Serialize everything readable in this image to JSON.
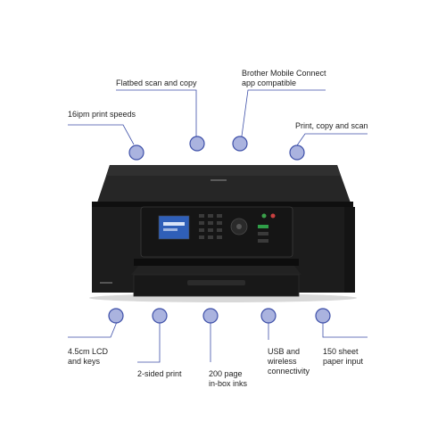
{
  "features_top": {
    "print_speeds": "16ipm print speeds",
    "flatbed": "Flatbed scan and copy",
    "mobile_app": "Brother Mobile Connect\napp compatible",
    "print_copy_scan": "Print, copy and scan"
  },
  "features_bottom": {
    "lcd": "4.5cm LCD\nand keys",
    "two_sided": "2-sided print",
    "inks": "200 page\nin-box inks",
    "connectivity": "USB and\nwireless\nconnectivity",
    "paper_input": "150 sheet\npaper input"
  },
  "colors": {
    "marker_fill": "#aab3df",
    "marker_stroke": "#3d4fa8",
    "line": "#3d4fa8",
    "printer": "#1c1c1c",
    "printer_dark": "#0f0f0f",
    "lcd_screen": "#2f5fb8"
  },
  "icons": {
    "marker": "circle-marker-icon",
    "lcd": "lcd-screen-icon"
  }
}
